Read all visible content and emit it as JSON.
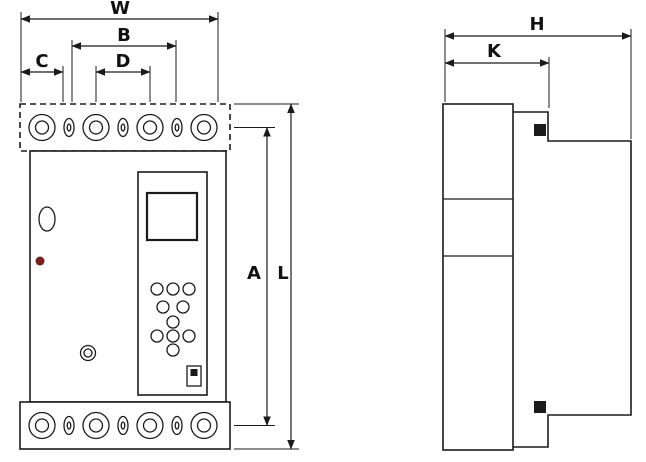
{
  "dimensions": {
    "overall_width": "W",
    "outer_pole_span": "B",
    "pole_pitch": "D",
    "edge_offset": "C",
    "terminal_span": "A",
    "overall_height": "L",
    "overall_depth": "H",
    "front_depth": "K"
  },
  "colors": {
    "line": "#1b1b1b",
    "background": "#ffffff",
    "led_red": "#7a1e1e"
  }
}
